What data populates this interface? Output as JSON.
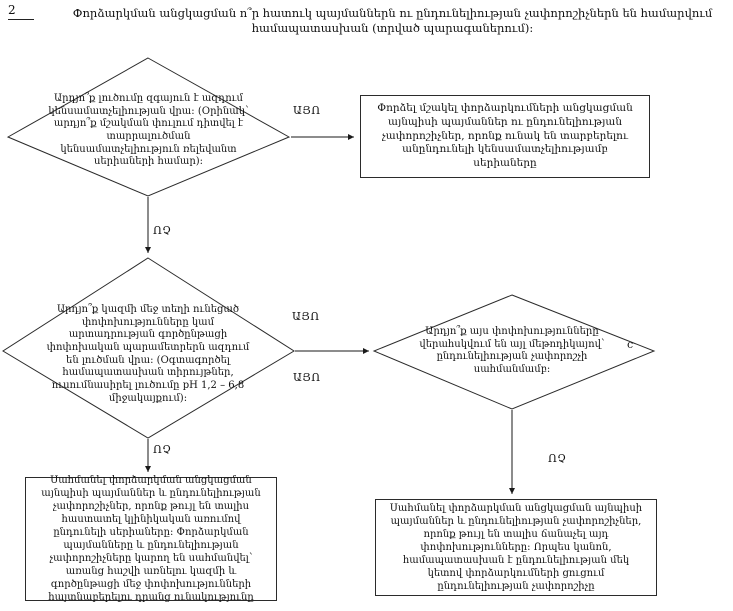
{
  "page": {
    "number": "2"
  },
  "title": "Փորձարկման անցկացման ո՞ր հատուկ պայմաններն ու ընդունելիության չափորոշիչներն են համարվում համապատասխան (տրված պարագաներում):",
  "nodes": {
    "decision_dissolution_bioavailability": {
      "text": "Արդյո՞ք լուծումը զգայուն է ազդում կենսամատչելիության վրա: (Օրինակ՝ արդյո՞ք մշակման փուլում դիտվել է տարրալուծման կենսամատչելիություն ռելեվանտ սերիաների համար):"
    },
    "action_develop_conditions": {
      "text": "Փորձել մշակել փորձարկումների անցկացման այնպիսի պայմաններ ու ընդունելիության չափորոշիչներ, որոնք ունակ են տարբերելու անընդունելի կենսամատչելիությամբ սերիաները"
    },
    "decision_composition_changes": {
      "text": "Արդյո՞ք կազմի մեջ տեղի ունեցած փոփոխությունները կամ արտադրության գործընթացի փոփոխական պարամետրերն ազդում են լուծման վրա: (Օգտագործել համապատասխան տիրույթներ, ուսումնասիրել լուծումը pH 1,2 – 6,8 միջակայքում):"
    },
    "decision_other_method_control": {
      "text": "Արդյո՞ք այս փոփոխությունները վերահսկվում են այլ մեթոդիկայով՝ ընդունելիության չափորոշչի սահմանմամբ:"
    },
    "action_establish_clinical": {
      "text": "Սահմանել փորձարկման անցկացման այնպիսի պայմաններ և ընդունելիության չափորոշիչներ, որոնք թույլ են տալիս հաստատել կլինիկական առումով ընդունելի սերիաները: Փորձարկման պայմանները և ընդունելիության չափորոշիչները կարող են սահմանվել՝ առանց հաշվի առնելու կազմի և գործընթացի մեջ փոփոխությունների հայտնաբերելու դրանց ունակությունը"
    },
    "action_establish_detecting": {
      "text": "Սահմանել փորձարկման անցկացման այնպիսի պայմաններ և ընդունելիության չափորոշիչներ, որոնք թույլ են տալիս ճանաչել այդ փոփոխությունները: Որպես կանոն, համապատասխան է ընդունելիության մեկ կետով փորձարկումների ցուցում ընդունելիության չափորոշիչը"
    }
  },
  "edges": {
    "d1_yes": {
      "label": "ԱՅՈ"
    },
    "d1_no": {
      "label": "ՈՉ"
    },
    "d2_yes_top": {
      "label": "ԱՅՈ"
    },
    "d2_yes_bottom": {
      "label": "ԱՅՈ"
    },
    "d2_no": {
      "label": "ՈՉ"
    },
    "d3_no": {
      "label": "ՈՉ"
    },
    "connector": {
      "label": "c"
    }
  },
  "colors": {
    "line": "#1a1a1a",
    "background": "#ffffff",
    "text": "#111111"
  }
}
